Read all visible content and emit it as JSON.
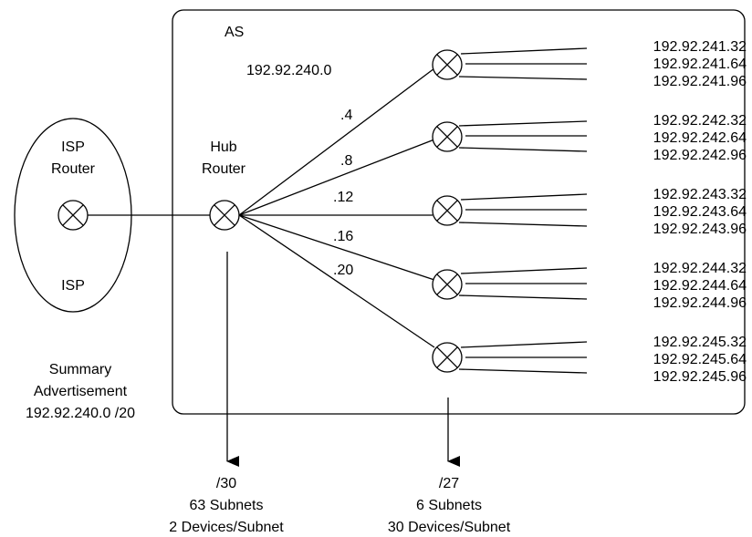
{
  "as": {
    "label": "AS",
    "network": "192.92.240.0"
  },
  "isp": {
    "router_label_line1": "ISP",
    "router_label_line2": "Router",
    "label": "ISP",
    "summary_line1": "Summary",
    "summary_line2": "Advertisement",
    "summary_line3": "192.92.240.0 /20"
  },
  "hub": {
    "label_line1": "Hub",
    "label_line2": "Router"
  },
  "links": [
    ".4",
    ".8",
    ".12",
    ".16",
    ".20"
  ],
  "branches": [
    {
      "subnets": [
        "192.92.241.32",
        "192.92.241.64",
        "192.92.241.96"
      ]
    },
    {
      "subnets": [
        "192.92.242.32",
        "192.92.242.64",
        "192.92.242.96"
      ]
    },
    {
      "subnets": [
        "192.92.243.32",
        "192.92.243.64",
        "192.92.243.96"
      ]
    },
    {
      "subnets": [
        "192.92.244.32",
        "192.92.244.64",
        "192.92.244.96"
      ]
    },
    {
      "subnets": [
        "192.92.245.32",
        "192.92.245.64",
        "192.92.245.96"
      ]
    }
  ],
  "notes": {
    "left_line1": "/30",
    "left_line2": "63 Subnets",
    "left_line3": "2 Devices/Subnet",
    "right_line1": "/27",
    "right_line2": "6 Subnets",
    "right_line3": "30 Devices/Subnet"
  }
}
